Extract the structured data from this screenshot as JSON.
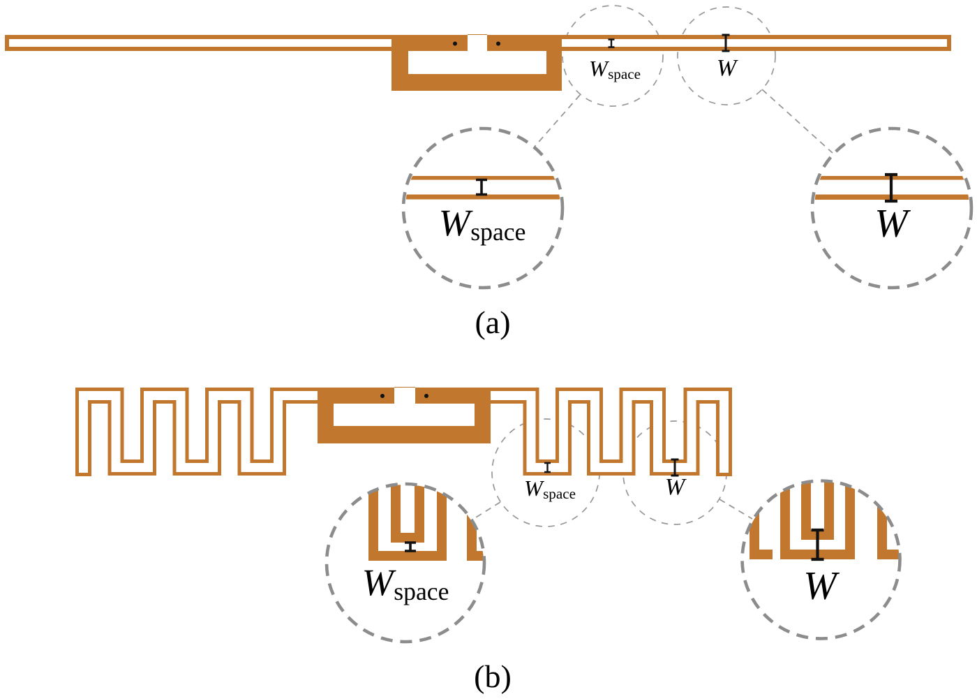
{
  "colors": {
    "copper": "#C1772E",
    "callout_dash_gray": "#8C8C8C",
    "thin_dash_gray": "#979797",
    "marker_black": "#111111",
    "background": "#FFFFFF"
  },
  "captions": {
    "panel_a": "(a)",
    "panel_b": "(b)"
  },
  "panel_a": {
    "small_wspace": {
      "main": "W",
      "sub": "space"
    },
    "small_w": {
      "main": "W"
    },
    "large_wspace": {
      "main": "W",
      "sub": "space"
    },
    "large_w": {
      "main": "W"
    }
  },
  "panel_b": {
    "small_wspace": {
      "main": "W",
      "sub": "space"
    },
    "small_w": {
      "main": "W"
    },
    "large_wspace": {
      "main": "W",
      "sub": "space"
    },
    "large_w": {
      "main": "W"
    }
  }
}
